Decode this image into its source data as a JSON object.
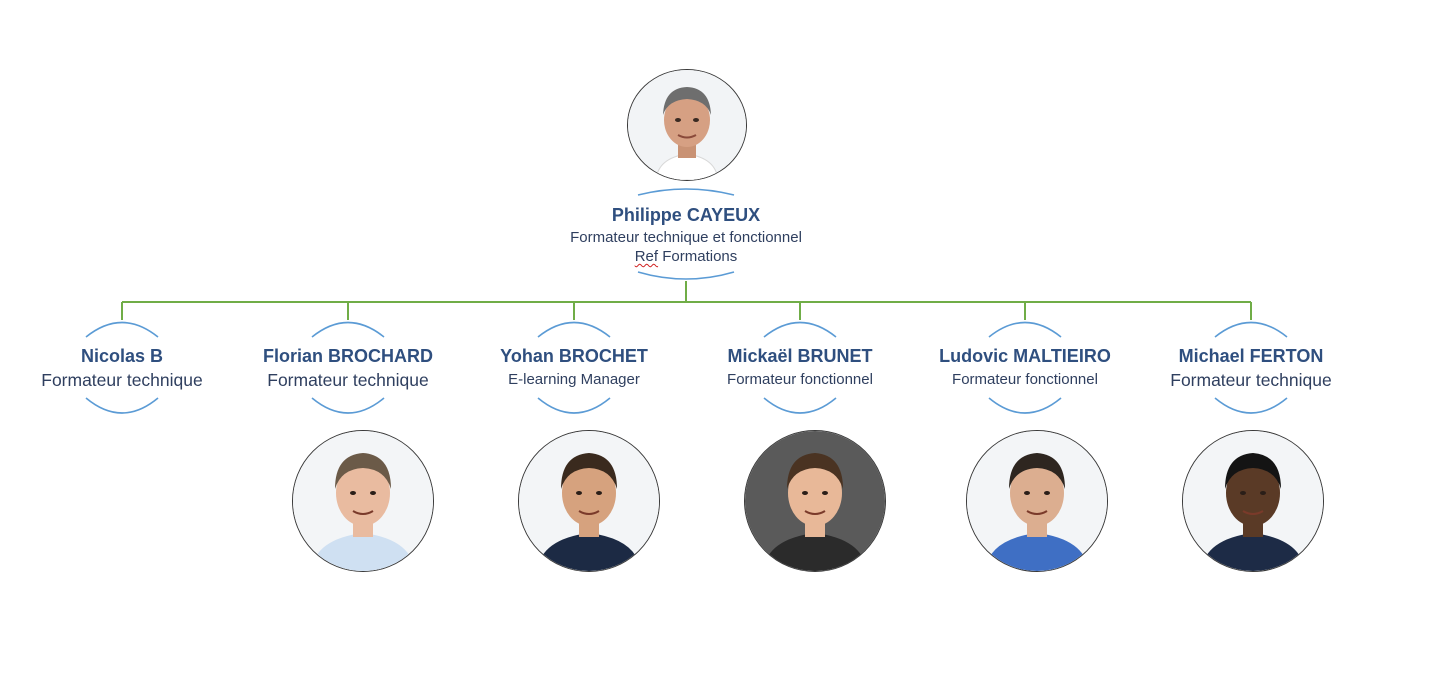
{
  "colors": {
    "connector": "#70ad47",
    "arc": "#5b9bd5",
    "name_text": "#2f4f7f",
    "role_text": "#2f3f5f"
  },
  "root": {
    "name": "Philippe CAYEUX",
    "role": "Formateur technique et fonctionnel",
    "org_word": "Ref",
    "org_rest": " Formations"
  },
  "members": [
    {
      "name": "Nicolas B",
      "role": "Formateur technique",
      "photo": false
    },
    {
      "name": "Florian BROCHARD",
      "role": "Formateur technique",
      "photo": true,
      "shirt": "#cfe0f2",
      "hair": "#6b5a48",
      "skin": "#e9bba0"
    },
    {
      "name": "Yohan BROCHET",
      "role": "E-learning Manager",
      "photo": true,
      "shirt": "#1c2a44",
      "hair": "#3a2a1e",
      "skin": "#d6a27e"
    },
    {
      "name": "Mickaël BRUNET",
      "role": "Formateur fonctionnel",
      "photo": true,
      "shirt": "#2b2b2b",
      "hair": "#4a3322",
      "skin": "#e8b898"
    },
    {
      "name": "Ludovic MALTIEIRO",
      "role": "Formateur fonctionnel",
      "photo": true,
      "shirt": "#3f6fc4",
      "hair": "#2e2620",
      "skin": "#dcae90"
    },
    {
      "name": "Michael FERTON",
      "role": "Formateur technique",
      "photo": true,
      "shirt": "#1d2b46",
      "hair": "#141414",
      "skin": "#5a3a26"
    }
  ]
}
